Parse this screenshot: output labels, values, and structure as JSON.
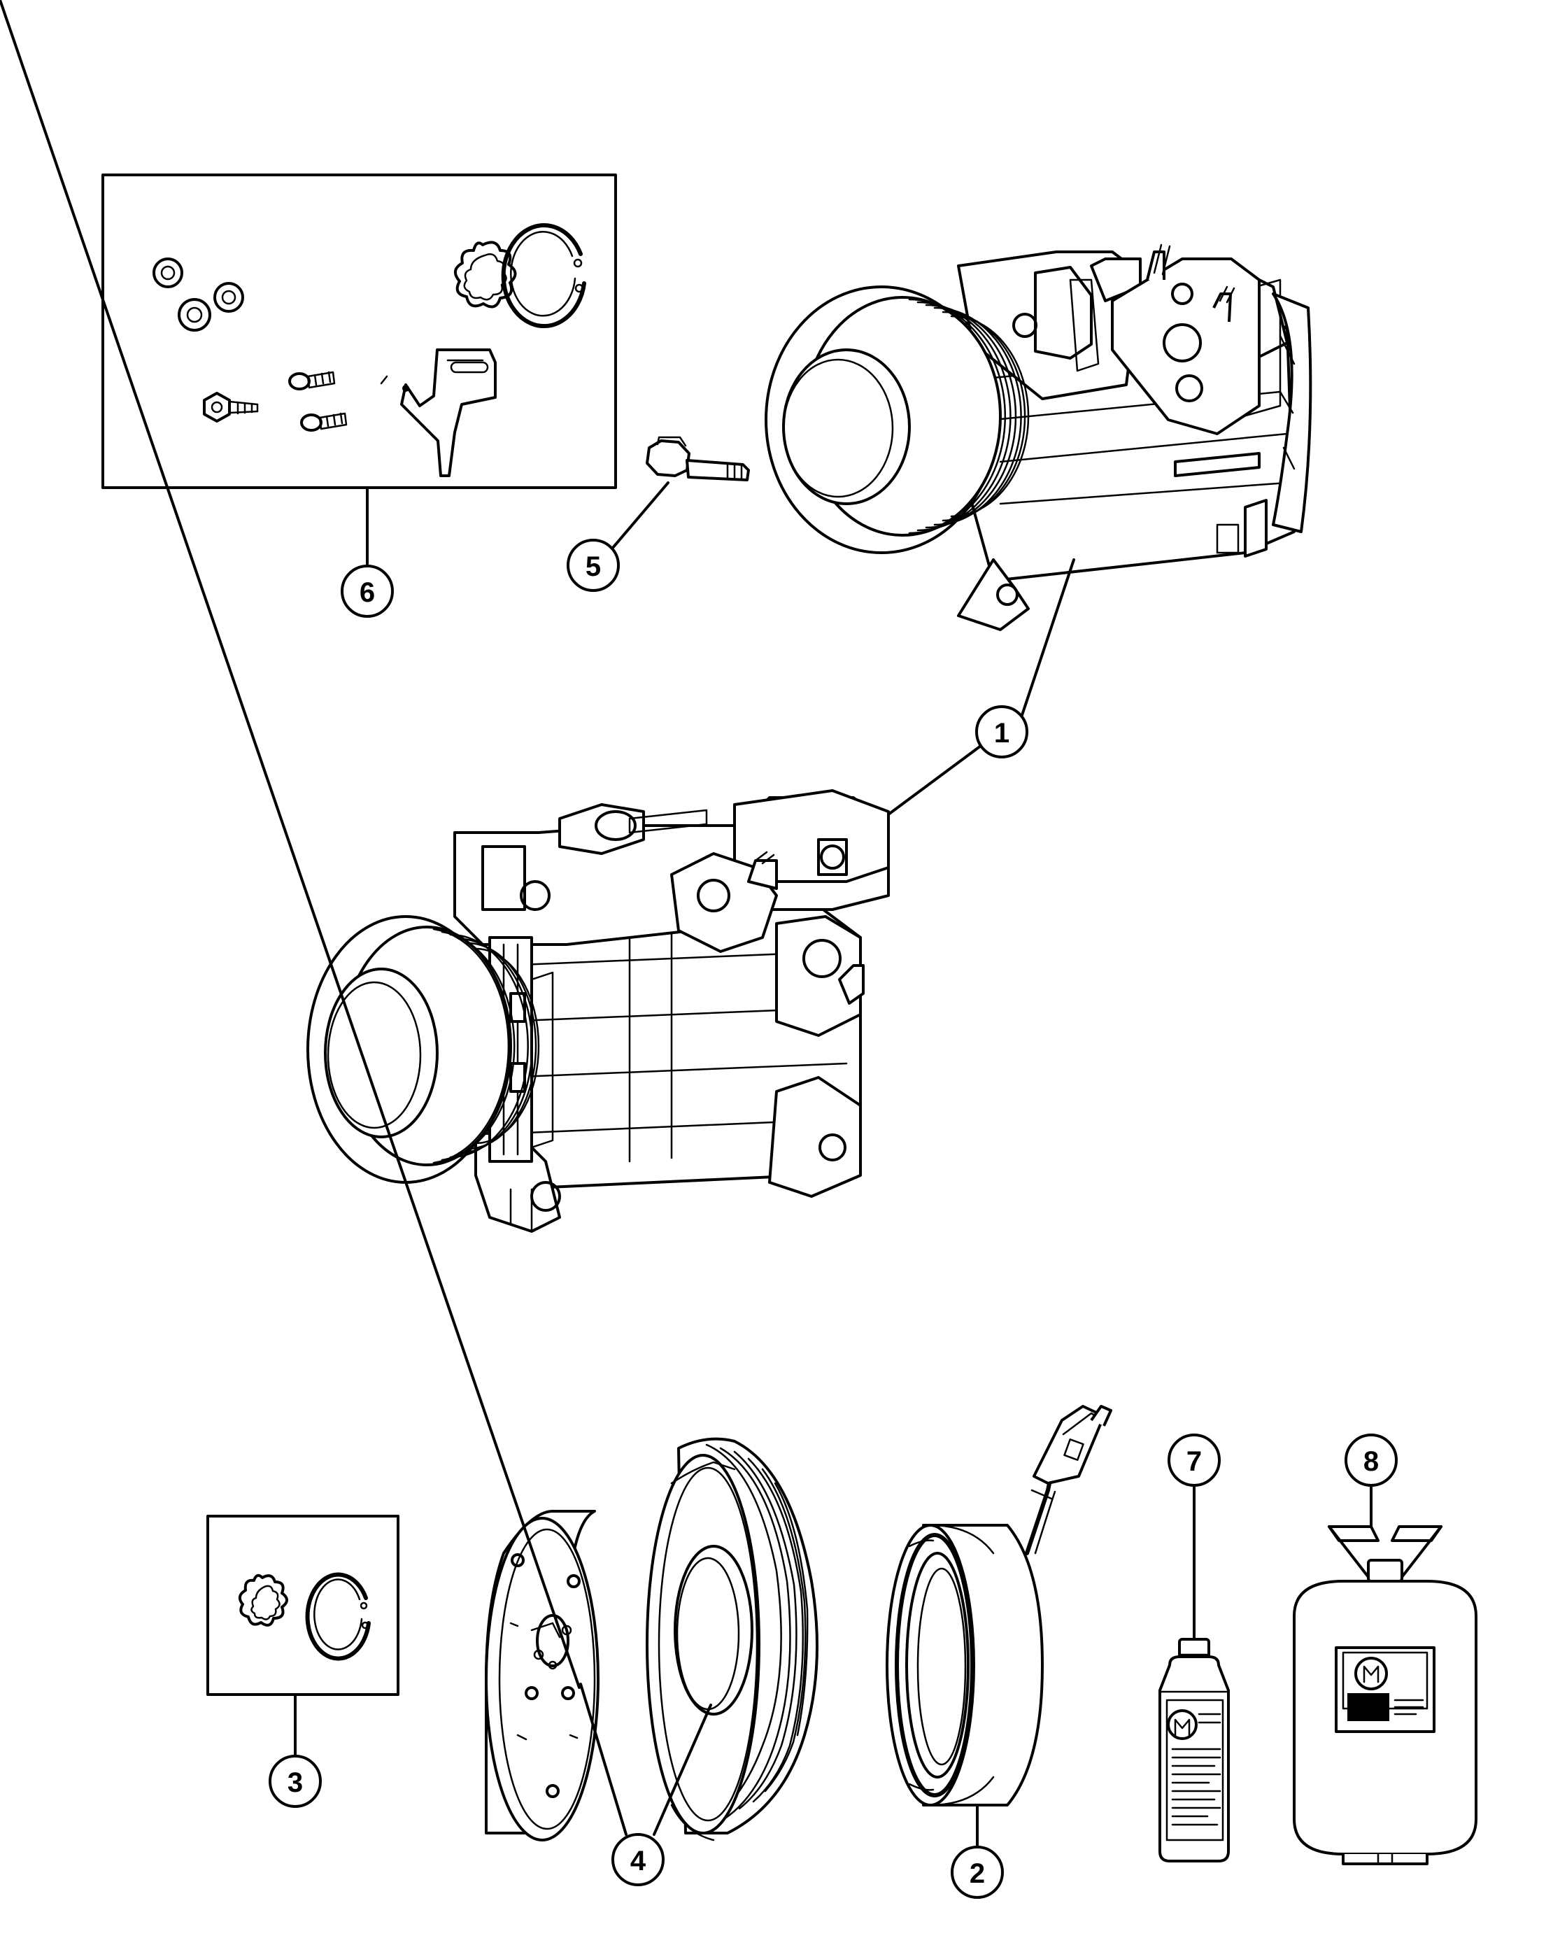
{
  "diagram": {
    "callouts": [
      {
        "id": "1",
        "label": "1"
      },
      {
        "id": "2",
        "label": "2"
      },
      {
        "id": "3",
        "label": "3"
      },
      {
        "id": "4",
        "label": "4"
      },
      {
        "id": "5",
        "label": "5"
      },
      {
        "id": "6",
        "label": "6"
      },
      {
        "id": "7",
        "label": "7"
      },
      {
        "id": "8",
        "label": "8"
      }
    ],
    "parts": [
      {
        "id": "compressor-upper",
        "icon": "ac-compressor-icon"
      },
      {
        "id": "compressor-lower",
        "icon": "ac-compressor-icon"
      },
      {
        "id": "mounting-bolt",
        "icon": "flange-bolt-icon"
      },
      {
        "id": "seal-kit",
        "icon": "seal-kit-icon"
      },
      {
        "id": "snap-ring-kit",
        "icon": "snap-ring-icon"
      },
      {
        "id": "clutch-plate",
        "icon": "clutch-plate-icon"
      },
      {
        "id": "pulley",
        "icon": "pulley-icon"
      },
      {
        "id": "field-coil",
        "icon": "field-coil-icon"
      },
      {
        "id": "oil-bottle",
        "icon": "oil-bottle-icon"
      },
      {
        "id": "refrigerant-tank",
        "icon": "refrigerant-tank-icon"
      }
    ]
  }
}
